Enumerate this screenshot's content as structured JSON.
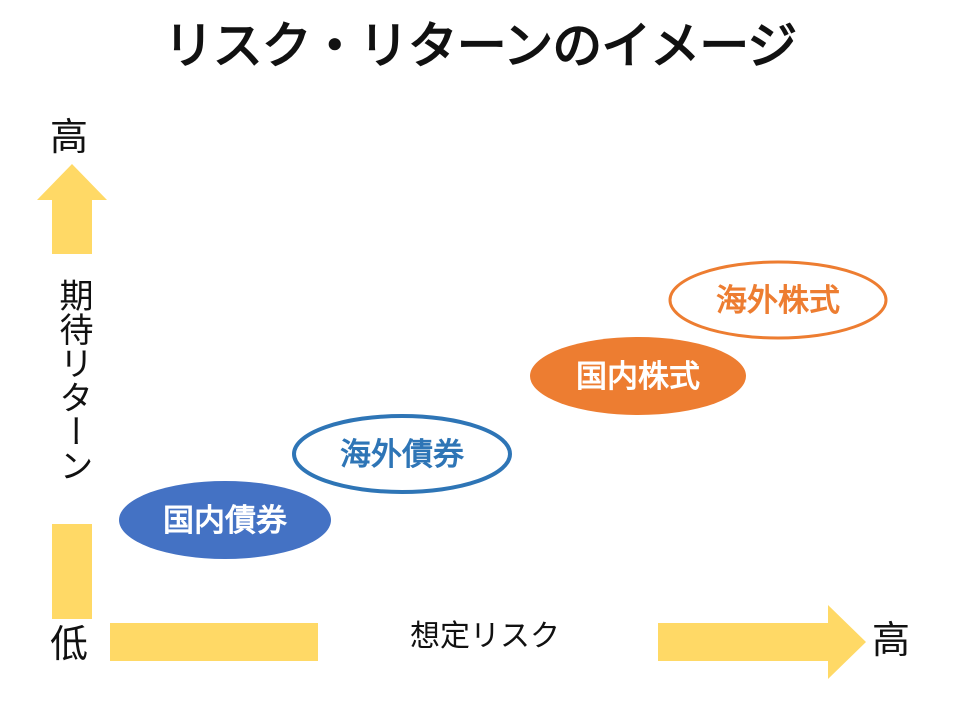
{
  "title": "リスク・リターンのイメージ",
  "colors": {
    "arrow": "#FFD966",
    "domestic_bond": "#4472C4",
    "foreign_bond_outline": "#2E75B6",
    "domestic_stock": "#ED7D31",
    "foreign_stock_outline": "#ED7D31"
  },
  "y_axis": {
    "label": "期待リターン",
    "high": "高",
    "low": "低"
  },
  "x_axis": {
    "label": "想定リスク",
    "high": "高"
  },
  "assets": [
    {
      "label": "国内債券",
      "style": "filled",
      "color": "#4472C4",
      "text_color": "#FFFFFF"
    },
    {
      "label": "海外債券",
      "style": "outline",
      "color": "#2E75B6",
      "text_color": "#2E75B6"
    },
    {
      "label": "国内株式",
      "style": "filled",
      "color": "#ED7D31",
      "text_color": "#FFFFFF"
    },
    {
      "label": "海外株式",
      "style": "outline",
      "color": "#ED7D31",
      "text_color": "#ED7D31"
    }
  ]
}
